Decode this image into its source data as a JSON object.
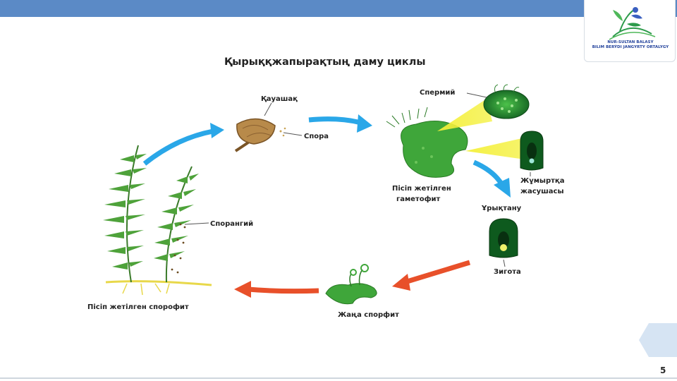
{
  "diagram": {
    "title": "Қырыққжапырақтың даму циклы",
    "labels": {
      "kauashak": "Қауашақ",
      "spora": "Спора",
      "spermiy": "Спермий",
      "gametophyte_line1": "Пісіп жетілген",
      "gametophyte_line2": "гаметофит",
      "egg_line1": "Жұмыртқа",
      "egg_line2": "жасушасы",
      "fertilization": "Ұрықтану",
      "zygote": "Зигота",
      "new_sporophyte": "Жаңа спорфит",
      "sporangium": "Спорангий",
      "mature_sporophyte": "Пісіп жетілген спорофит"
    }
  },
  "logo": {
    "line1": "NUR-SULTAN BALASY",
    "line2": "BILIM BERÝDI JANGYRTY ORTALYGY"
  },
  "page_number": "5",
  "colors": {
    "header_bar": "#5b8ac6",
    "arrow_blue": "#2aa7e8",
    "arrow_red": "#e8502a",
    "plant_green": "#3fa63a",
    "highlight_yellow": "#f3ef3a"
  }
}
